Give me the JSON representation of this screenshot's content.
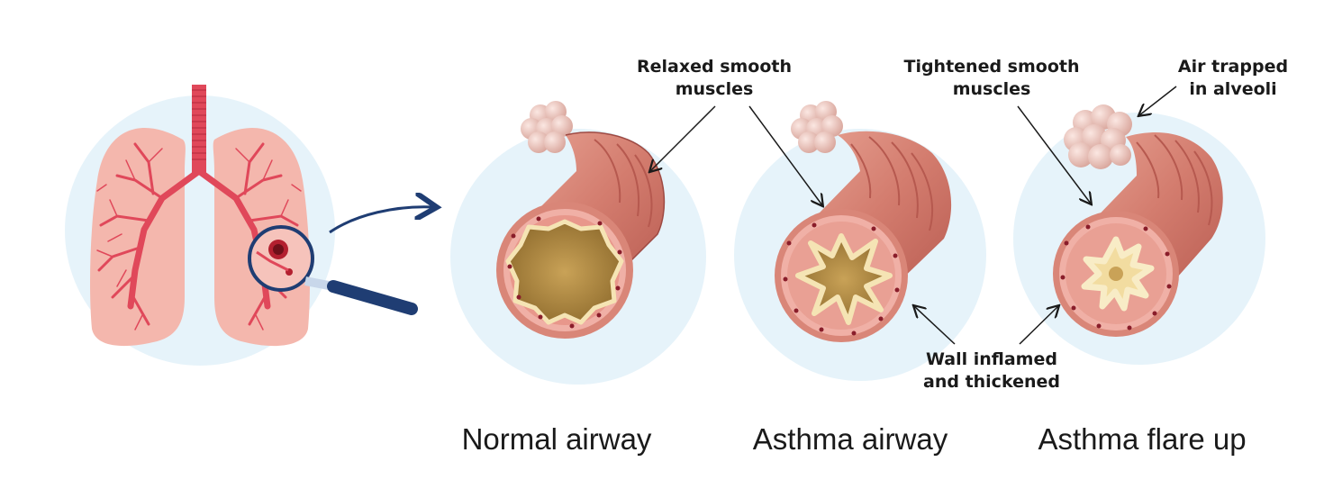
{
  "annotations": {
    "relaxed_line1": "Relaxed smooth",
    "relaxed_line2": "muscles",
    "tightened_line1": "Tightened smooth",
    "tightened_line2": "muscles",
    "air_line1": "Air trapped",
    "air_line2": "in alveoli",
    "wall_line1": "Wall inflamed",
    "wall_line2": "and thickened"
  },
  "captions": {
    "normal": "Normal airway",
    "asthma": "Asthma airway",
    "flare": "Asthma flare up"
  },
  "colors": {
    "background_circle": "#e6f3fa",
    "lung": "#f4b7ad",
    "bronchi": "#e0485a",
    "airway_wall": "#d98678",
    "lumen": "#d8b26a",
    "magnifier": "#1f3d73",
    "text": "#1a1a1a"
  }
}
